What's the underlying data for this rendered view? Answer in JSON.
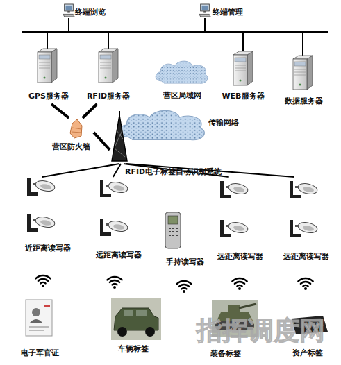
{
  "diagram": {
    "nodes": [
      {
        "text": [
          "终端浏览"
        ]
      },
      {
        "text": [
          "终端管理"
        ]
      },
      {
        "text": [
          "GPS服务器"
        ]
      },
      {
        "text": [
          "RFID服务器"
        ]
      },
      {
        "text": [
          "营区局域网"
        ]
      },
      {
        "text": [
          "WEB服务器"
        ]
      },
      {
        "text": [
          "数据服务器"
        ]
      },
      {
        "text": [
          "营区防火墙"
        ]
      },
      {
        "text": [
          "传输网络"
        ]
      },
      {
        "text": [
          "近距离读写器"
        ]
      },
      {
        "text": [
          "远距离读写器"
        ]
      },
      {
        "text": [
          "手持读写器"
        ]
      },
      {
        "text": [
          "远距离读写器"
        ]
      },
      {
        "text": [
          "远距离读写器"
        ]
      },
      {
        "text": [
          "电子军官证"
        ]
      },
      {
        "text": [
          "车辆标签"
        ]
      },
      {
        "text": [
          "装备标签"
        ]
      },
      {
        "text": [
          "资产标签"
        ]
      }
    ],
    "edges": [
      {
        "from": 2,
        "to": 7,
        "arrow": "none"
      },
      {
        "from": 3,
        "to": 7,
        "arrow": "none"
      },
      {
        "from": 7,
        "to": 8,
        "arrow": "none"
      },
      {
        "from": 8,
        "to": 9,
        "arrow": "none"
      },
      {
        "from": 8,
        "to": 10,
        "arrow": "none"
      },
      {
        "from": 8,
        "to": 12,
        "arrow": "none"
      },
      {
        "from": 8,
        "to": 13,
        "arrow": "none"
      }
    ],
    "labels": [
      "RFID电子标签自动识别系统",
      "指挥调度网"
    ]
  }
}
